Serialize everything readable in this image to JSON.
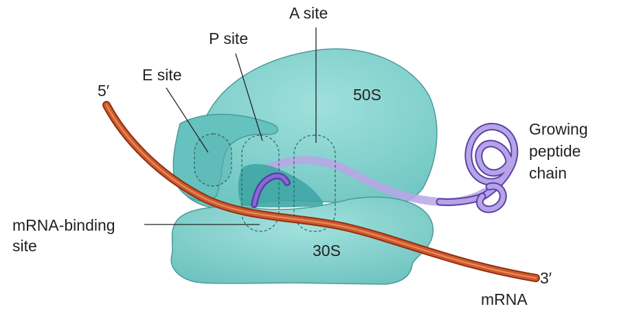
{
  "labels": {
    "a_site": "A site",
    "p_site": "P site",
    "e_site": "E site",
    "large_subunit": "50S",
    "small_subunit": "30S",
    "five_prime": "5′",
    "three_prime": "3′",
    "mrna": "mRNA",
    "mrna_binding_site": [
      "mRNA-binding",
      "site"
    ],
    "growing_peptide_chain": [
      "Growing",
      "peptide",
      "chain"
    ]
  },
  "colors": {
    "ribosome_fill": "#7fcfcb",
    "ribosome_dark": "#3fa7a6",
    "ribosome_outline": "#4a9a98",
    "mrna": "#c64a1f",
    "mrna_highlight": "#e8845a",
    "peptide": "#b39ce0",
    "peptide_dark": "#6f56b5",
    "trna": "#7b55c8",
    "leader_line": "#222222"
  }
}
